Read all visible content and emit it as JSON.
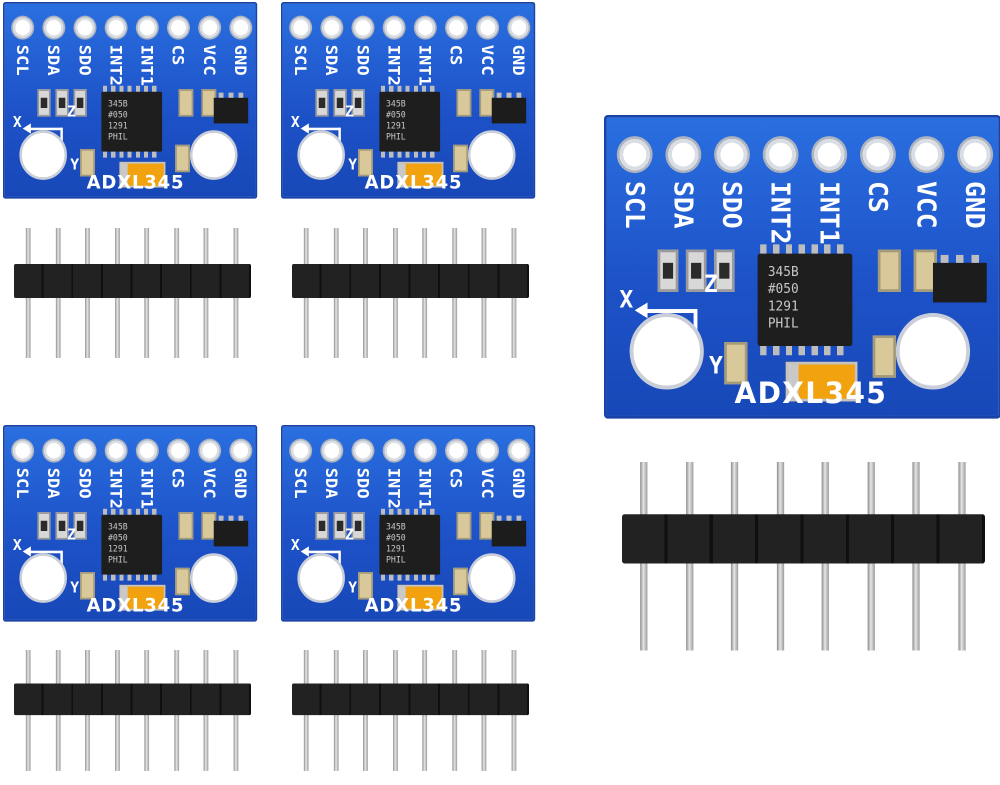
{
  "product": {
    "board_title": "ADXL345",
    "pins": [
      "SCL",
      "SDA",
      "SDO",
      "INT2",
      "INT1",
      "CS",
      "VCC",
      "GND"
    ],
    "chip_marking": [
      "345B",
      "#050",
      "1291",
      "PHIL"
    ],
    "axes": {
      "x": "X",
      "y": "Y",
      "z": "Z"
    },
    "pin_count": 8
  },
  "colors": {
    "pcb_blue": "#1d52c8",
    "pin_header_black": "#1a1a1a",
    "pin_metal": "#c9c9c9",
    "tantalum_cap": "#f2a20e",
    "background": "#ffffff"
  }
}
